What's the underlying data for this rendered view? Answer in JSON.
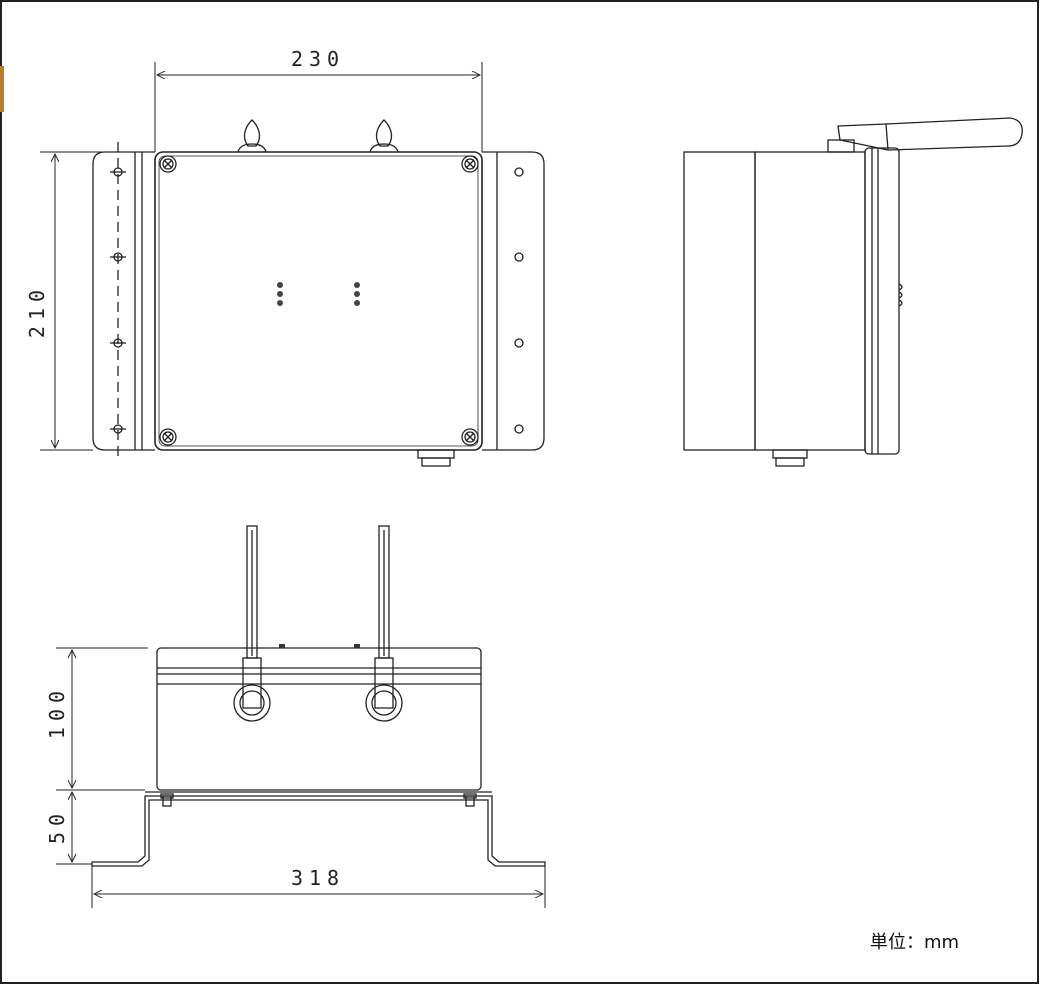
{
  "dimensions": {
    "top_width": "230",
    "top_height": "210",
    "front_height": "100",
    "bracket_height": "50",
    "overall_width": "318"
  },
  "units_label": "単位：mm",
  "colors": {
    "line": "#222222",
    "fill": "#ffffff",
    "accent_marker": "#c0782a"
  }
}
